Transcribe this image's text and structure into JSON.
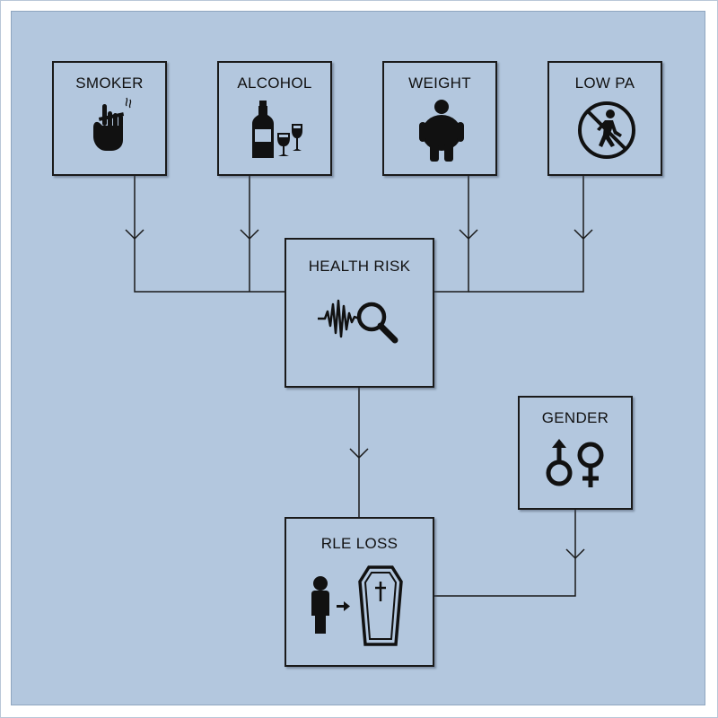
{
  "nodes": {
    "smoker": {
      "label": "SMOKER",
      "icon": "smoking-hand-icon"
    },
    "alcohol": {
      "label": "ALCOHOL",
      "icon": "bottle-glasses-icon"
    },
    "weight": {
      "label": "WEIGHT",
      "icon": "obese-person-icon"
    },
    "low_pa": {
      "label": "LOW PA",
      "icon": "no-walking-icon"
    },
    "health_risk": {
      "label": "HEALTH RISK",
      "icon": "signal-magnifier-icon"
    },
    "gender": {
      "label": "GENDER",
      "icon": "male-female-icon"
    },
    "rle_loss": {
      "label": "RLE LOSS",
      "icon": "person-to-coffin-icon"
    }
  },
  "colors": {
    "background": "#b3c7de",
    "stroke": "#1a1a1a",
    "frame": "#ffffff"
  }
}
